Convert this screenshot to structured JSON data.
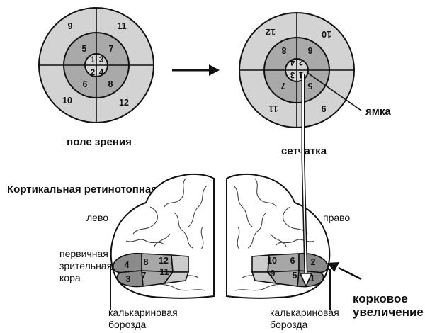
{
  "visual_field": {
    "caption": "поле зрения",
    "sectors": [
      "1",
      "2",
      "3",
      "4",
      "5",
      "6",
      "7",
      "8",
      "9",
      "10",
      "11",
      "12"
    ]
  },
  "retina": {
    "caption": "сетчатка",
    "fovea_label": "ямка",
    "sectors": [
      "1",
      "2",
      "3",
      "4",
      "5",
      "6",
      "7",
      "8",
      "9",
      "10",
      "11",
      "12"
    ]
  },
  "cortex": {
    "title": "Кортикальная ретинотопная карта",
    "left_label": "лево",
    "right_label": "право",
    "primary_cortex_label": [
      "первичная",
      "зрительная",
      "кора"
    ],
    "calcarine_left": [
      "калькариновая",
      "борозда"
    ],
    "calcarine_right": [
      "калькариновая",
      "борозда"
    ],
    "magnification_label": [
      "корковое",
      "увеличение"
    ],
    "left_numbers": [
      "4",
      "8",
      "12",
      "3",
      "7",
      "11"
    ],
    "right_numbers": [
      "10",
      "6",
      "2",
      "9",
      "5",
      "1"
    ]
  },
  "colors": {
    "outer_ring": "#d3d3d3",
    "middle_ring": "#a9a9a9",
    "inner_ring": "#d6d6d6",
    "brain_region_dark": "#8a8a8a",
    "brain_region_mid": "#a7a7a7",
    "brain_region_light": "#cccccc",
    "outline": "#111111"
  }
}
